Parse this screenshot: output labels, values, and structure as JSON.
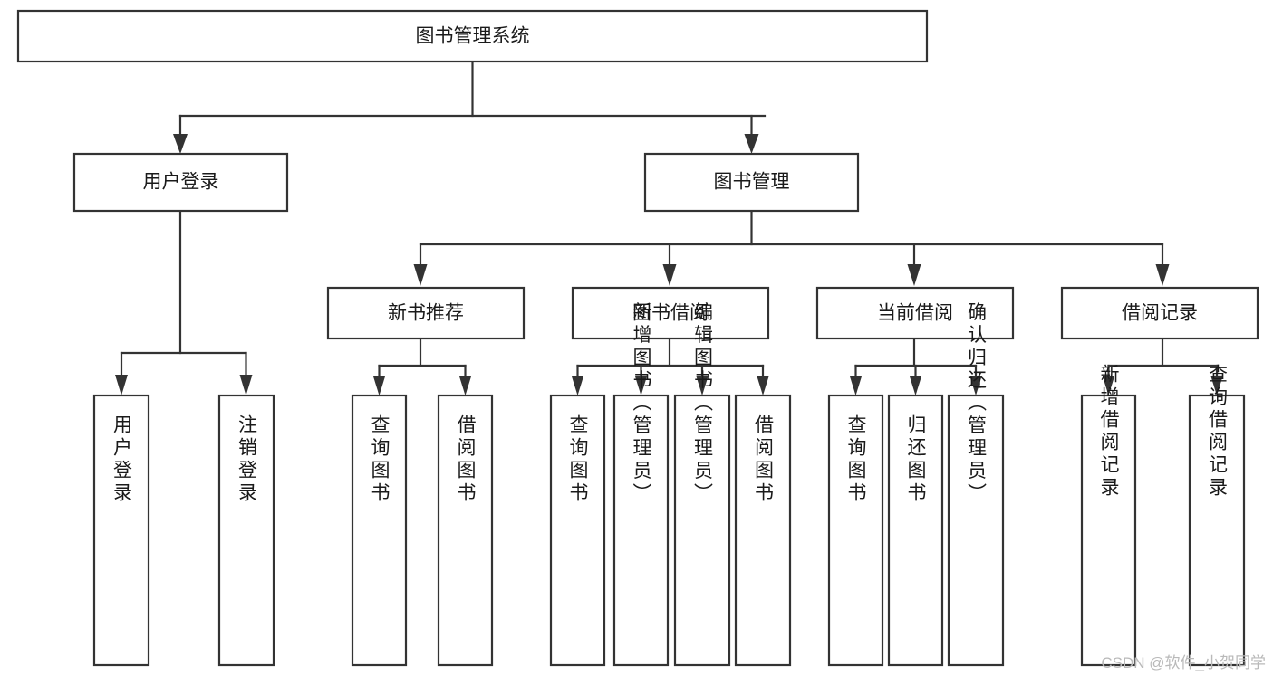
{
  "diagram": {
    "title": "图书管理系统",
    "type": "hierarchy-tree",
    "levels": 4,
    "root": {
      "id": "root",
      "label": "图书管理系统",
      "orientation": "horizontal"
    },
    "level2": [
      {
        "id": "user-login",
        "label": "用户登录",
        "orientation": "horizontal"
      },
      {
        "id": "book-management",
        "label": "图书管理",
        "orientation": "horizontal"
      }
    ],
    "level3": [
      {
        "id": "new-book-recommend",
        "label": "新书推荐",
        "orientation": "horizontal",
        "parent": "book-management"
      },
      {
        "id": "book-borrow",
        "label": "图书借阅",
        "orientation": "horizontal",
        "parent": "book-management"
      },
      {
        "id": "current-borrow",
        "label": "当前借阅",
        "orientation": "horizontal",
        "parent": "book-management"
      },
      {
        "id": "borrow-record",
        "label": "借阅记录",
        "orientation": "horizontal",
        "parent": "book-management"
      }
    ],
    "leaves": [
      {
        "id": "leaf-user-login",
        "label": "用户登录",
        "orientation": "vertical",
        "parent": "user-login"
      },
      {
        "id": "leaf-user-logout",
        "label": "注销登录",
        "orientation": "vertical",
        "parent": "user-login"
      },
      {
        "id": "leaf-query-book-1",
        "label": "查询图书",
        "orientation": "vertical",
        "parent": "new-book-recommend"
      },
      {
        "id": "leaf-borrow-book-1",
        "label": "借阅图书",
        "orientation": "vertical",
        "parent": "new-book-recommend"
      },
      {
        "id": "leaf-query-book-2",
        "label": "查询图书",
        "orientation": "vertical",
        "parent": "book-borrow"
      },
      {
        "id": "leaf-add-book",
        "label": "新增图书（管理员）",
        "orientation": "vertical",
        "parent": "book-borrow"
      },
      {
        "id": "leaf-edit-book",
        "label": "编辑图书（管理员）",
        "orientation": "vertical",
        "parent": "book-borrow"
      },
      {
        "id": "leaf-borrow-book-2",
        "label": "借阅图书",
        "orientation": "vertical",
        "parent": "book-borrow"
      },
      {
        "id": "leaf-query-book-3",
        "label": "查询图书",
        "orientation": "vertical",
        "parent": "current-borrow"
      },
      {
        "id": "leaf-return-book",
        "label": "归还图书",
        "orientation": "vertical",
        "parent": "current-borrow"
      },
      {
        "id": "leaf-confirm-return",
        "label": "确认归还（管理员）",
        "orientation": "vertical",
        "parent": "current-borrow"
      },
      {
        "id": "leaf-add-record",
        "label": "新增借阅记录",
        "orientation": "vertical",
        "parent": "borrow-record"
      },
      {
        "id": "leaf-query-record",
        "label": "查询借阅记录",
        "orientation": "vertical",
        "parent": "borrow-record"
      }
    ],
    "colors": {
      "box_stroke": "#333333",
      "box_fill": "#ffffff",
      "text": "#1a1a1a",
      "connector": "#333333",
      "background": "#ffffff",
      "watermark": "#b9b9b9"
    }
  },
  "watermark": {
    "text": "CSDN @软件_小贺同学"
  }
}
